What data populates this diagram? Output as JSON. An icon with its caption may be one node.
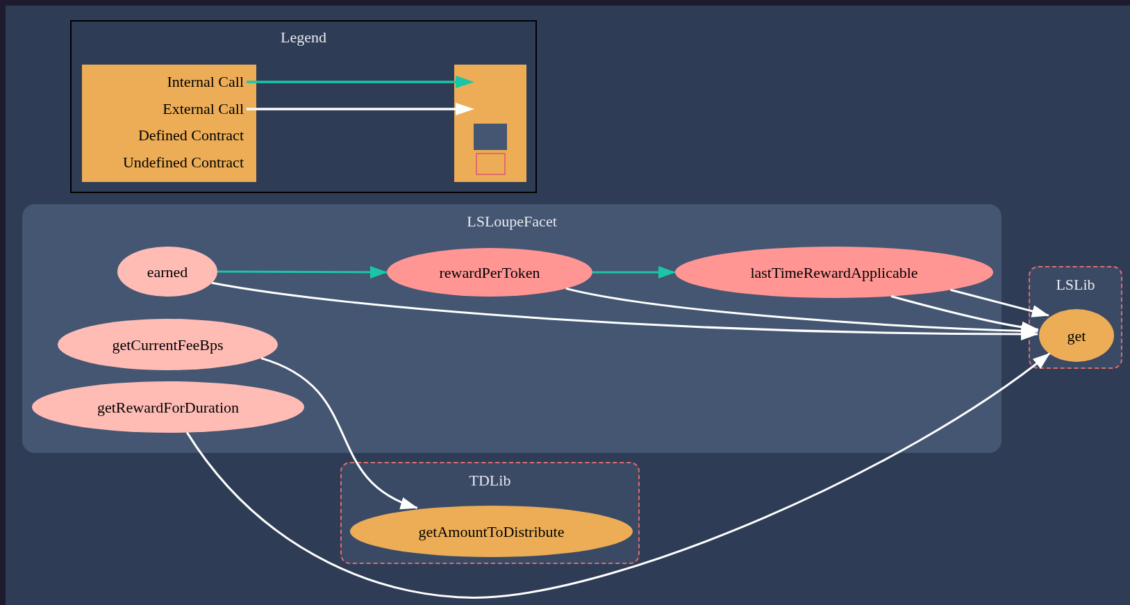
{
  "diagram": {
    "nodes": [
      {
        "text": [
          "LSLoupeFacet"
        ]
      },
      {
        "text": [
          "earned"
        ],
        "in": 0
      },
      {
        "text": [
          "rewardPerToken"
        ],
        "in": 0
      },
      {
        "text": [
          "lastTimeRewardApplicable"
        ],
        "in": 0
      },
      {
        "text": [
          "getCurrentFeeBps"
        ],
        "in": 0
      },
      {
        "text": [
          "getRewardForDuration"
        ],
        "in": 0
      },
      {
        "text": [
          "LSLib"
        ]
      },
      {
        "text": [
          "get"
        ],
        "in": 6
      },
      {
        "text": [
          "TDLib"
        ]
      },
      {
        "text": [
          "getAmountToDistribute"
        ],
        "in": 8
      }
    ],
    "edges": [
      {
        "from": 1,
        "to": 2,
        "arrow": "to",
        "color": "#1bc6a6"
      },
      {
        "from": 2,
        "to": 3,
        "arrow": "to",
        "color": "#1bc6a6"
      },
      {
        "from": 1,
        "to": 7,
        "arrow": "to"
      },
      {
        "from": 2,
        "to": 7,
        "arrow": "to"
      },
      {
        "from": 3,
        "to": 7,
        "arrow": "to"
      },
      {
        "from": 3,
        "to": 7,
        "arrow": "to"
      },
      {
        "from": 4,
        "to": 9,
        "arrow": "to"
      },
      {
        "from": 5,
        "to": 7,
        "arrow": "to"
      }
    ],
    "labels": [
      "Legend"
    ],
    "legend": [
      {
        "text": "Internal Call"
      },
      {
        "text": "External Call"
      },
      {
        "text": "Defined Contract"
      },
      {
        "text": "Undefined Contract"
      }
    ]
  }
}
